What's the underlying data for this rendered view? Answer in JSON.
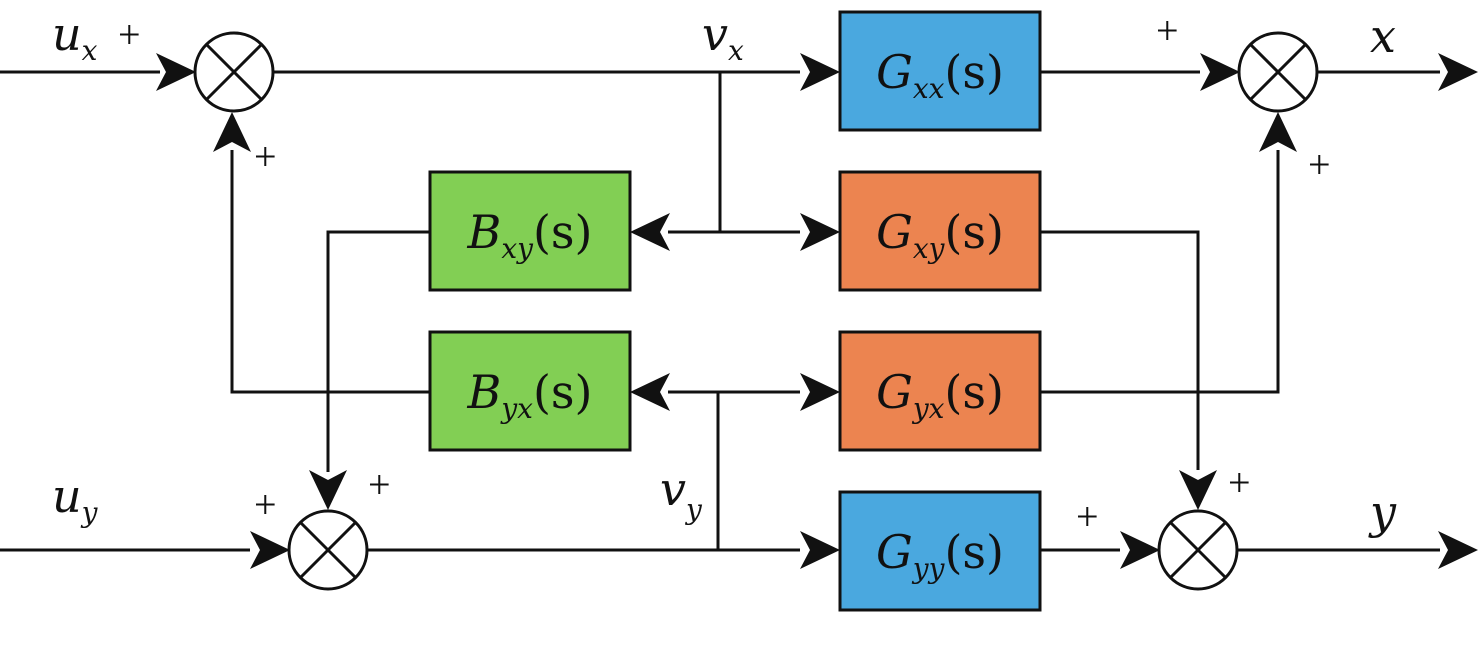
{
  "colors": {
    "blue": "#4aa8df",
    "orange": "#ec8450",
    "green": "#82cf54"
  },
  "blocks": {
    "gxx": {
      "main": "G",
      "sub": "xx",
      "arg": "(s)",
      "color": "blue"
    },
    "gxy": {
      "main": "G",
      "sub": "xy",
      "arg": "(s)",
      "color": "orange"
    },
    "gyx": {
      "main": "G",
      "sub": "yx",
      "arg": "(s)",
      "color": "orange"
    },
    "gyy": {
      "main": "G",
      "sub": "yy",
      "arg": "(s)",
      "color": "blue"
    },
    "bxy": {
      "main": "B",
      "sub": "xy",
      "arg": "(s)",
      "color": "green"
    },
    "byx": {
      "main": "B",
      "sub": "yx",
      "arg": "(s)",
      "color": "green"
    }
  },
  "signals": {
    "ux": {
      "main": "u",
      "sub": "x"
    },
    "uy": {
      "main": "u",
      "sub": "y"
    },
    "vx": {
      "main": "v",
      "sub": "x"
    },
    "vy": {
      "main": "v",
      "sub": "y"
    },
    "x": "x",
    "y": "y"
  },
  "signs": {
    "plus": "+"
  }
}
